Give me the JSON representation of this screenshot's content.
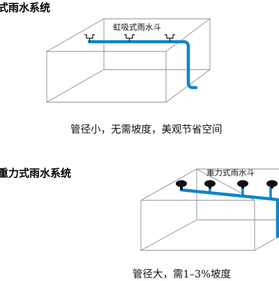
{
  "siphonic": {
    "heading": "式雨水系统",
    "inlet_label": "虹吸式雨水斗",
    "caption": "管径小，无需坡度，美观节省空间"
  },
  "gravity": {
    "heading": "重力式雨水系统",
    "inlet_label": "重力式雨水斗",
    "caption": "管径大，需1–3%坡度"
  },
  "colors": {
    "pipe": "#0e86c6",
    "box_edge": "#8a8a8a",
    "inlet": "#111111"
  }
}
